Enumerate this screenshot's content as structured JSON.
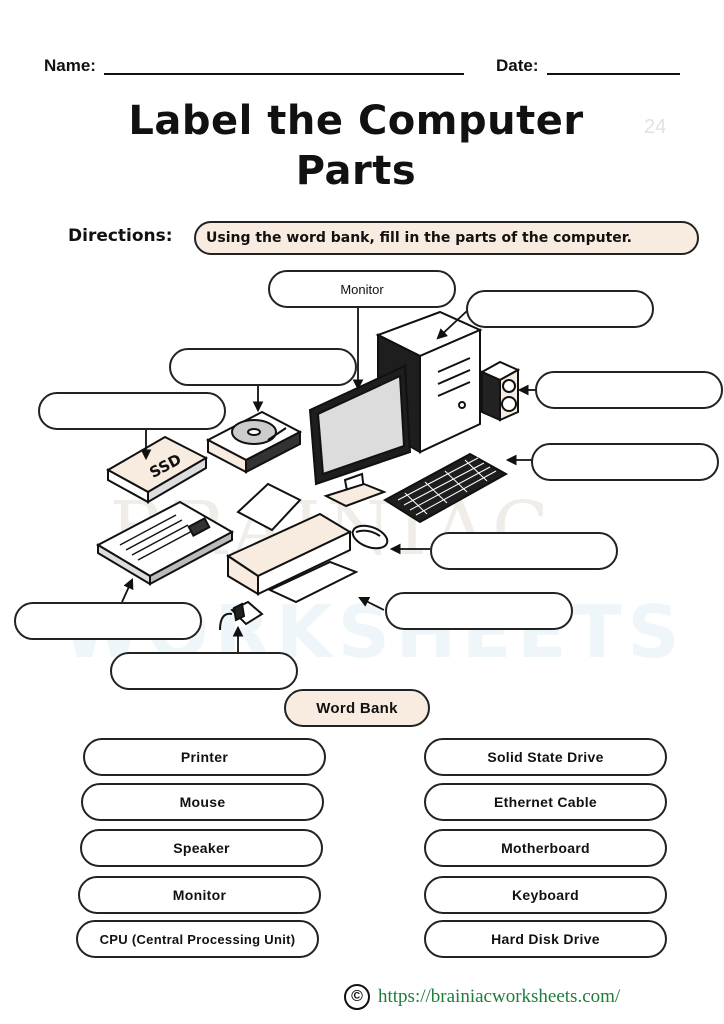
{
  "header": {
    "name_label": "Name:",
    "date_label": "Date:"
  },
  "title": {
    "line1": "Label the Computer",
    "line2": "Parts",
    "page_number": "24"
  },
  "directions": {
    "label": "Directions:",
    "text": "Using the word bank, fill in the parts of the computer."
  },
  "diagram": {
    "monitor_label": "Monitor",
    "ssd_text": "SSD"
  },
  "watermark": {
    "line1": "BRAINIAC",
    "line2": "WORKSHEETS"
  },
  "word_bank": {
    "title": "Word Bank",
    "left": [
      "Printer",
      "Mouse",
      "Speaker",
      "Monitor",
      "CPU  (Central Processing Unit)"
    ],
    "right": [
      "Solid State Drive",
      "Ethernet Cable",
      "Motherboard",
      "Keyboard",
      "Hard Disk Drive"
    ]
  },
  "footer": {
    "copyright_symbol": "©",
    "url": "https://brainiacworksheets.com/"
  },
  "colors": {
    "peach": "#f8ebdf",
    "monitor_screen": "#2b2b2b",
    "ink": "#111111"
  }
}
